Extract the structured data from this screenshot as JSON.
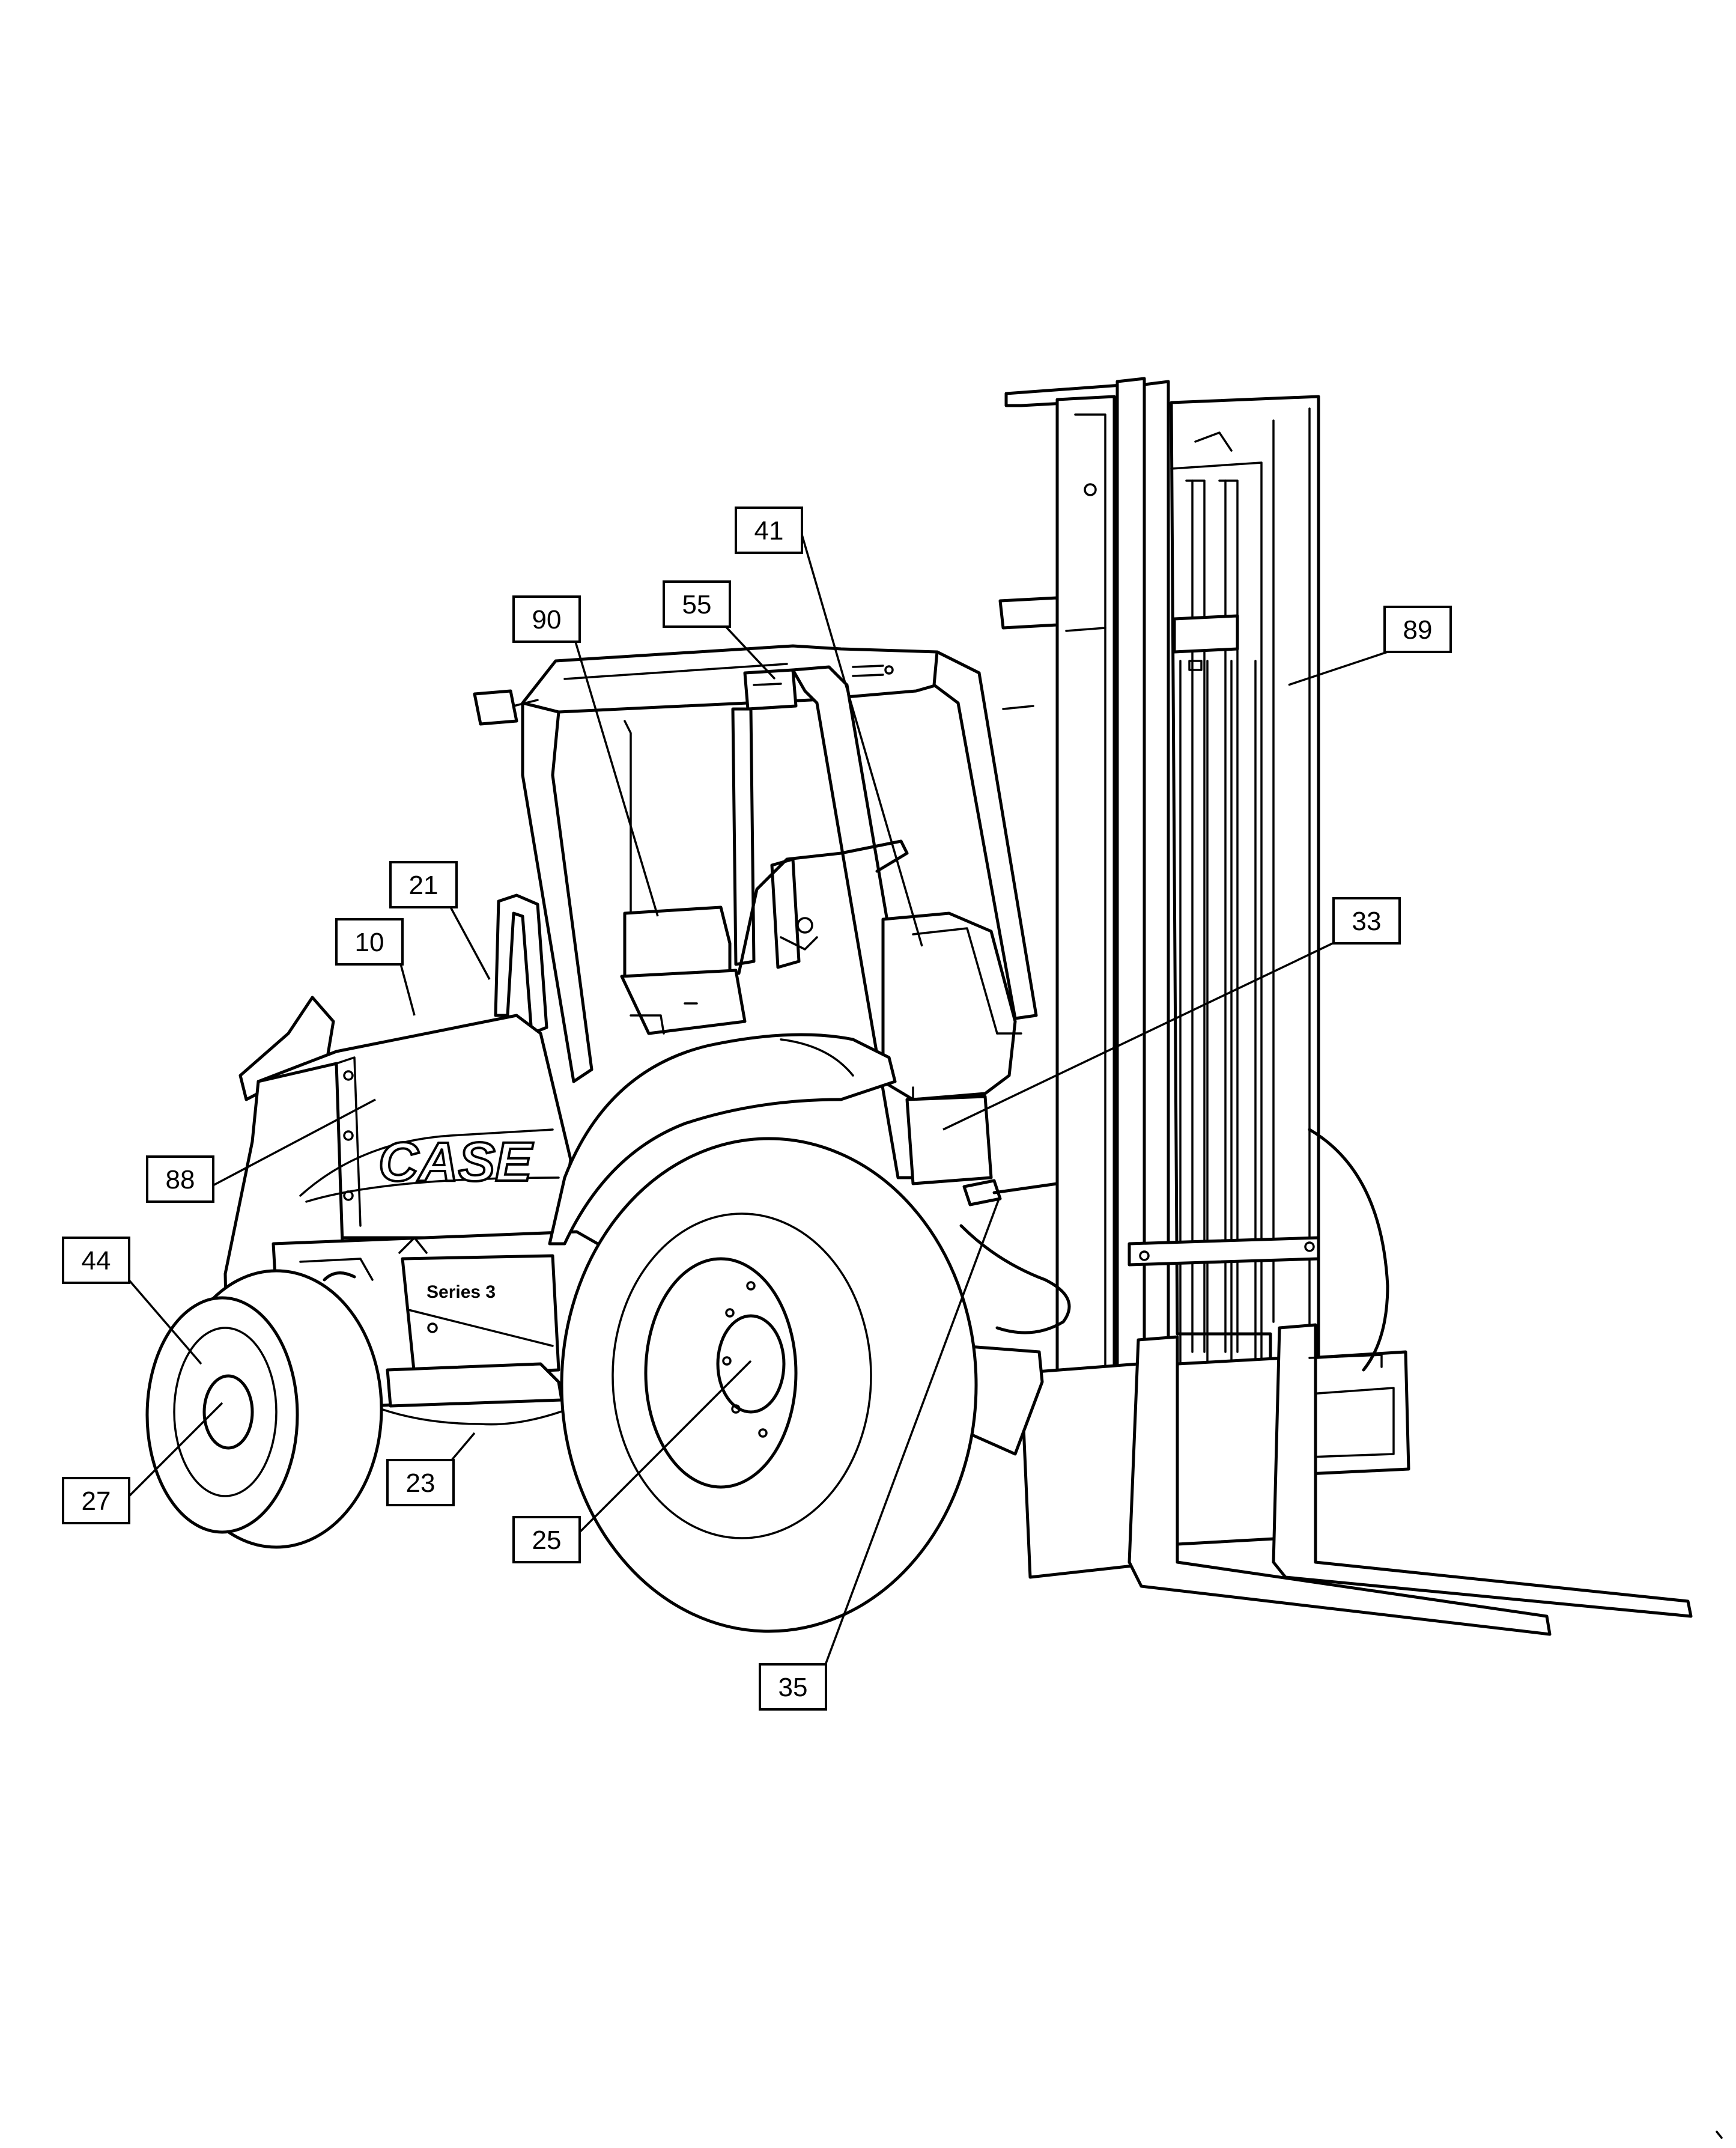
{
  "logo": {
    "text": "CASE"
  },
  "decal": {
    "text": "Series 3"
  },
  "callouts": [
    {
      "id": "c41",
      "label": "41"
    },
    {
      "id": "c90",
      "label": "90"
    },
    {
      "id": "c55",
      "label": "55"
    },
    {
      "id": "c89",
      "label": "89"
    },
    {
      "id": "c21",
      "label": "21"
    },
    {
      "id": "c10",
      "label": "10"
    },
    {
      "id": "c33",
      "label": "33"
    },
    {
      "id": "c88",
      "label": "88"
    },
    {
      "id": "c44",
      "label": "44"
    },
    {
      "id": "c27",
      "label": "27"
    },
    {
      "id": "c23",
      "label": "23"
    },
    {
      "id": "c25",
      "label": "25"
    },
    {
      "id": "c35",
      "label": "35"
    }
  ]
}
